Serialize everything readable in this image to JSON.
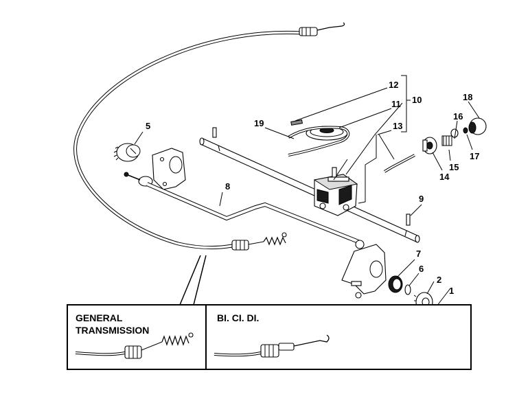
{
  "callouts": {
    "c1": "1",
    "c2": "2",
    "c5": "5",
    "c6": "6",
    "c7": "7",
    "c8": "8",
    "c9": "9",
    "c10": "10",
    "c11": "11",
    "c12": "12",
    "c13": "13",
    "c14": "14",
    "c15": "15",
    "c16": "16",
    "c17": "17",
    "c18": "18",
    "c19": "19"
  },
  "insets": {
    "left": {
      "line1": "GENERAL",
      "line2": "TRANSMISSION"
    },
    "right": {
      "line1": "BI. CI. DI."
    }
  }
}
